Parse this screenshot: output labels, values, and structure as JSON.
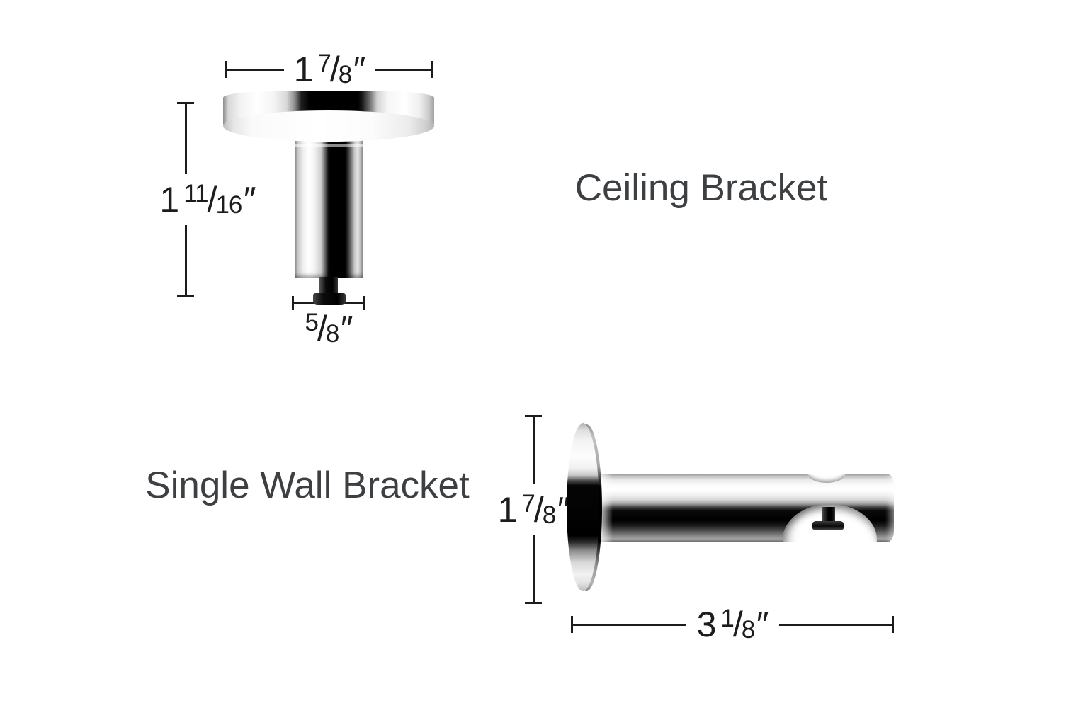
{
  "colors": {
    "background": "#ffffff",
    "dimension_ink": "#1c1c1c",
    "label_ink": "#3d4043",
    "chrome_highlight": "#ffffff",
    "chrome_shadow": "#000000"
  },
  "glyphs": {
    "fraction_slash": "/"
  },
  "ceiling_bracket": {
    "label": "Ceiling Bracket",
    "dimensions": {
      "flange_width": {
        "whole": "1",
        "numerator": "7",
        "denominator": "8",
        "unit": "″"
      },
      "overall_height": {
        "whole": "1",
        "numerator": "11",
        "denominator": "16",
        "unit": "″"
      },
      "stem_width": {
        "numerator": "5",
        "denominator": "8",
        "unit": "″"
      }
    }
  },
  "wall_bracket": {
    "label": "Single Wall Bracket",
    "dimensions": {
      "plate_diameter": {
        "whole": "1",
        "numerator": "7",
        "denominator": "8",
        "unit": "″"
      },
      "projection_length": {
        "whole": "3",
        "numerator": "1",
        "denominator": "8",
        "unit": "″"
      }
    }
  }
}
